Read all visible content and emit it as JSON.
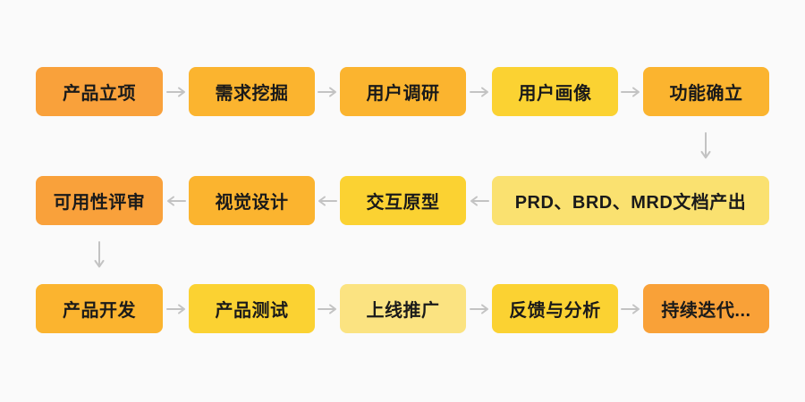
{
  "canvas": {
    "background": "#FAFAFA",
    "arrow_color": "#C3C3C3",
    "text_color": "#1A1A1A"
  },
  "palette": {
    "orange": "#F9A13B",
    "amber": "#FBB42F",
    "yellow": "#FBD232",
    "light_yellow": "#FAE170"
  },
  "flow": {
    "nodes": [
      {
        "id": "product-initiation",
        "label": "产品立项",
        "color": "#F9A13B"
      },
      {
        "id": "requirement-mining",
        "label": "需求挖掘",
        "color": "#FBB42F"
      },
      {
        "id": "user-research",
        "label": "用户调研",
        "color": "#FBB42F"
      },
      {
        "id": "user-persona",
        "label": "用户画像",
        "color": "#FBD232"
      },
      {
        "id": "feature-definition",
        "label": "功能确立",
        "color": "#FBB42F"
      },
      {
        "id": "prd-brd-mrd-docs",
        "label": "PRD、BRD、MRD文档产出",
        "color": "#FAE170"
      },
      {
        "id": "interaction-prototype",
        "label": "交互原型",
        "color": "#FBD232"
      },
      {
        "id": "visual-design",
        "label": "视觉设计",
        "color": "#FBB42F"
      },
      {
        "id": "usability-review",
        "label": "可用性评审",
        "color": "#F9A13B"
      },
      {
        "id": "product-development",
        "label": "产品开发",
        "color": "#FBB42F"
      },
      {
        "id": "product-testing",
        "label": "产品测试",
        "color": "#FBD232"
      },
      {
        "id": "launch-promotion",
        "label": "上线推广",
        "color": "#FBE381"
      },
      {
        "id": "feedback-analysis",
        "label": "反馈与分析",
        "color": "#FBD232"
      },
      {
        "id": "continuous-iteration",
        "label": "持续迭代...",
        "color": "#F9A138"
      }
    ],
    "connections": [
      {
        "from": "product-initiation",
        "to": "requirement-mining",
        "direction": "right"
      },
      {
        "from": "requirement-mining",
        "to": "user-research",
        "direction": "right"
      },
      {
        "from": "user-research",
        "to": "user-persona",
        "direction": "right"
      },
      {
        "from": "user-persona",
        "to": "feature-definition",
        "direction": "right"
      },
      {
        "from": "feature-definition",
        "to": "prd-brd-mrd-docs",
        "direction": "down"
      },
      {
        "from": "prd-brd-mrd-docs",
        "to": "interaction-prototype",
        "direction": "left"
      },
      {
        "from": "interaction-prototype",
        "to": "visual-design",
        "direction": "left"
      },
      {
        "from": "visual-design",
        "to": "usability-review",
        "direction": "left"
      },
      {
        "from": "usability-review",
        "to": "product-development",
        "direction": "down"
      },
      {
        "from": "product-development",
        "to": "product-testing",
        "direction": "right"
      },
      {
        "from": "product-testing",
        "to": "launch-promotion",
        "direction": "right"
      },
      {
        "from": "launch-promotion",
        "to": "feedback-analysis",
        "direction": "right"
      },
      {
        "from": "feedback-analysis",
        "to": "continuous-iteration",
        "direction": "right"
      }
    ]
  }
}
